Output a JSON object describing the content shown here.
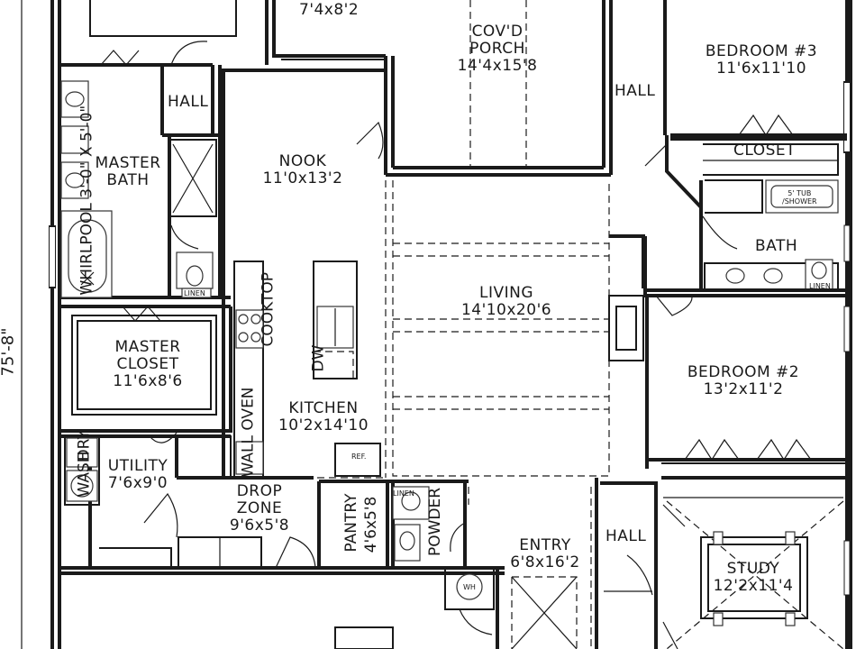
{
  "overall_dimension": "75'-8\"",
  "rooms": {
    "top_left_room": {
      "size": "7'4x8'2"
    },
    "porch": {
      "name_1": "COV'D",
      "name_2": "PORCH",
      "size": "14'4x15'8"
    },
    "bedroom3": {
      "name": "BEDROOM #3",
      "size": "11'6x11'10"
    },
    "hall_left": {
      "name": "HALL"
    },
    "hall_right": {
      "name": "HALL"
    },
    "hall_bottom": {
      "name": "HALL"
    },
    "closet": {
      "name": "CLOSET"
    },
    "master_bath": {
      "name_1": "MASTER",
      "name_2": "BATH"
    },
    "nook": {
      "name": "NOOK",
      "size": "11'0x13'2"
    },
    "bath": {
      "name": "BATH"
    },
    "living": {
      "name": "LIVING",
      "size": "14'10x20'6"
    },
    "master_closet": {
      "name_1": "MASTER",
      "name_2": "CLOSET",
      "size": "11'6x8'6"
    },
    "bedroom2": {
      "name": "BEDROOM #2",
      "size": "13'2x11'2"
    },
    "kitchen": {
      "name": "KITCHEN",
      "size": "10'2x14'10"
    },
    "utility": {
      "name": "UTILITY",
      "size": "7'6x9'0"
    },
    "drop_zone": {
      "name_1": "DROP",
      "name_2": "ZONE",
      "size": "9'6x5'8"
    },
    "pantry": {
      "name": "PANTRY",
      "size": "4'6x5'8"
    },
    "powder": {
      "name": "POWDER"
    },
    "entry": {
      "name": "ENTRY",
      "size": "6'8x16'2"
    },
    "study": {
      "name": "STUDY",
      "size": "12'2x11'4"
    }
  },
  "fixture_labels": {
    "linen_1": "LINEN",
    "linen_2": "LINEN",
    "linen_3": "LINEN",
    "tub_shower_1": "5' TUB",
    "tub_shower_2": "/SHOWER",
    "whirlpool": "WHIRLPOOL 3'-0\" X 5'-0\"",
    "cooktop": "COOKTOP",
    "dw": "DW",
    "ref": "REF.",
    "wh": "WH",
    "dry": "DRY",
    "wash": "WASH",
    "oven": "WALL OVEN"
  },
  "colors": {
    "wall": "#1a1a1a",
    "background": "#ffffff",
    "fixture": "#333333"
  }
}
